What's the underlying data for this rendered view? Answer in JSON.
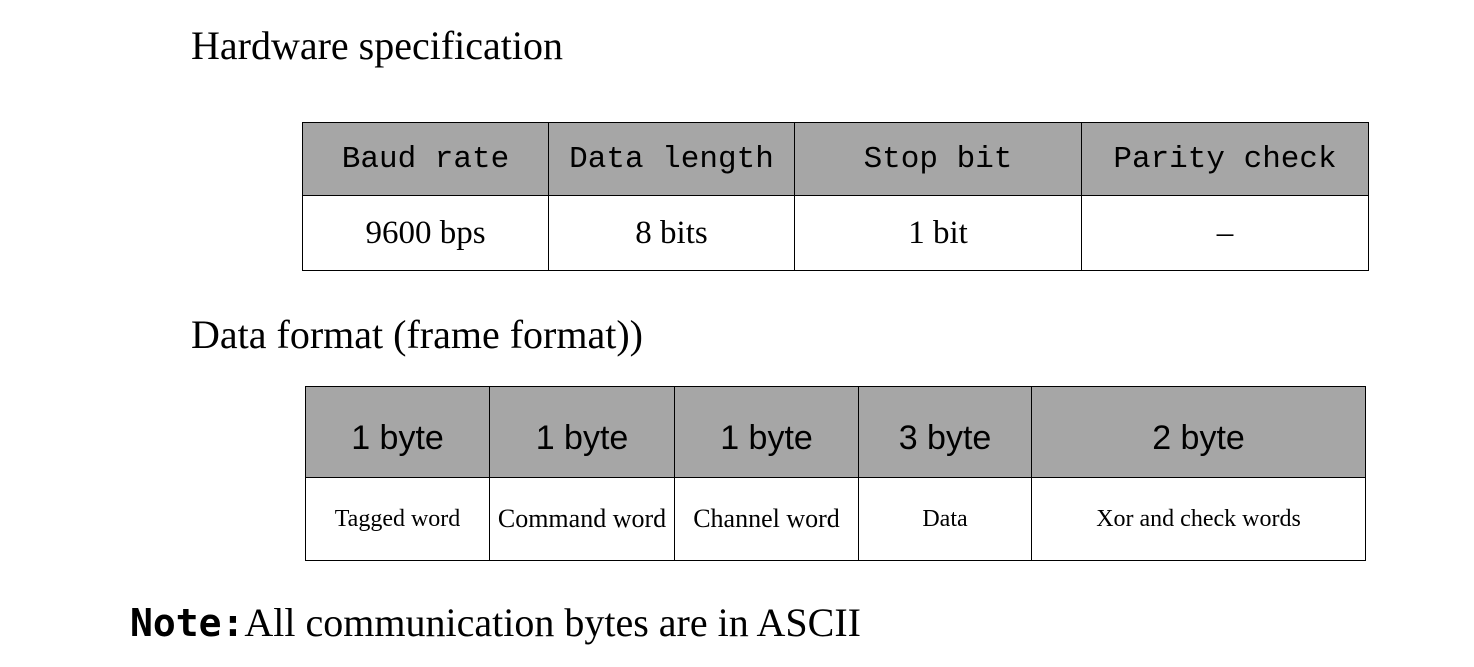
{
  "hardware": {
    "heading": "Hardware specification",
    "headers": [
      "Baud rate",
      "Data length",
      "Stop bit",
      "Parity check"
    ],
    "values": [
      "9600 bps",
      "8 bits",
      "1 bit",
      "–"
    ]
  },
  "frame": {
    "heading": "Data format (frame format))",
    "headers": [
      "1 byte",
      "1 byte",
      "1 byte",
      "3 byte",
      "2 byte"
    ],
    "values": [
      "Tagged word",
      "Command word",
      "Channel word",
      "Data",
      "Xor and check words"
    ]
  },
  "note": {
    "label": "Note:",
    "text": "All communication bytes are in ASCII"
  }
}
